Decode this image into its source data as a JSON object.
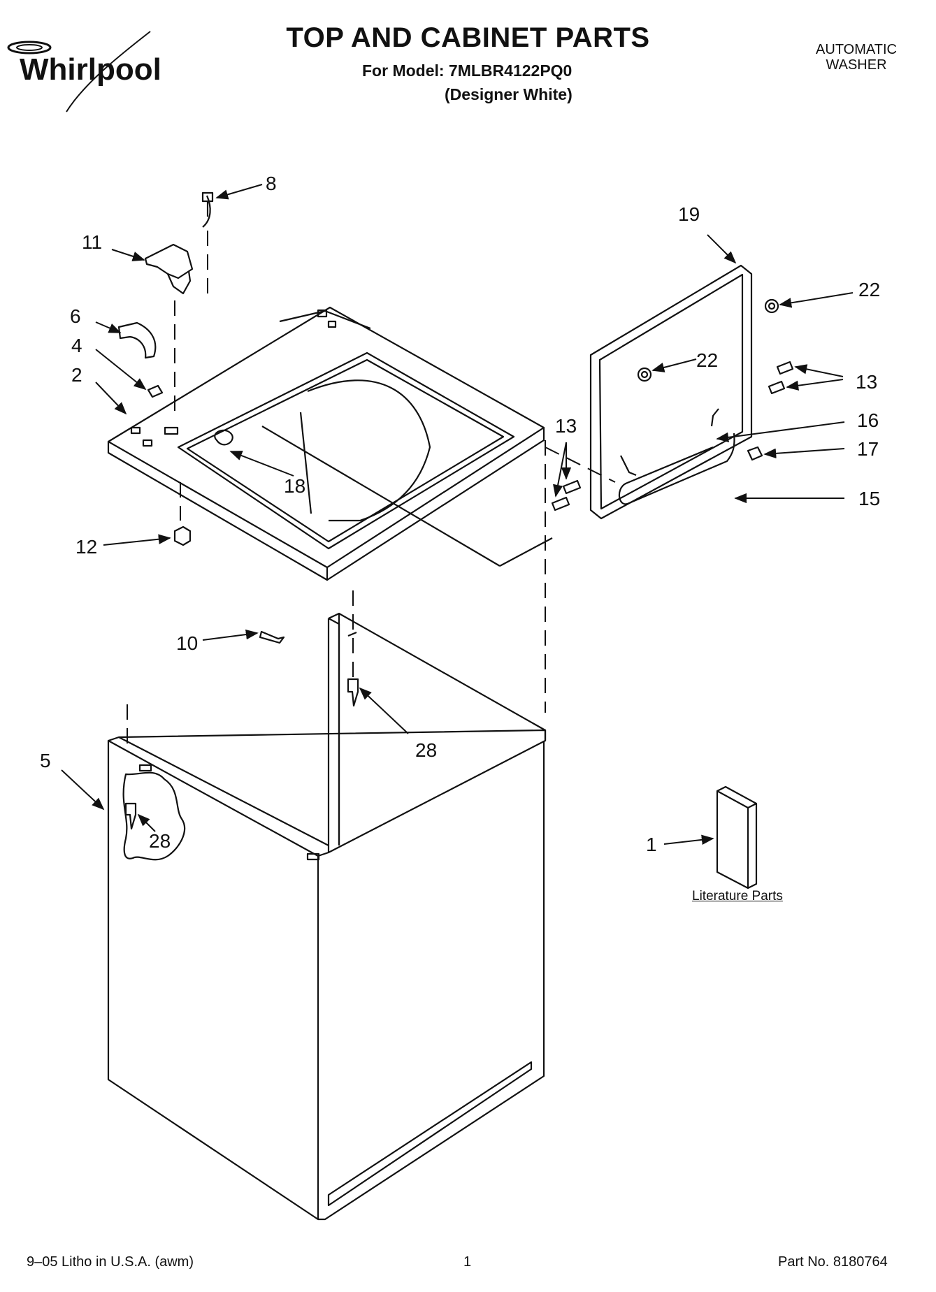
{
  "brand": {
    "name": "Whirlpool"
  },
  "header": {
    "title": "TOP AND CABINET PARTS",
    "model_line": "For Model: 7MLBR4122PQ0",
    "variant": "(Designer White)",
    "category_line1": "AUTOMATIC",
    "category_line2": "WASHER"
  },
  "callouts": {
    "c8": "8",
    "c11": "11",
    "c6": "6",
    "c4": "4",
    "c2": "2",
    "c18": "18",
    "c12": "12",
    "c19": "19",
    "c22a": "22",
    "c22b": "22",
    "c13a": "13",
    "c13b": "13",
    "c16": "16",
    "c17": "17",
    "c15": "15",
    "c10": "10",
    "c28a": "28",
    "c5": "5",
    "c28b": "28",
    "c1": "1"
  },
  "literature_label": "Literature Parts",
  "footer": {
    "left": "9–05 Litho in U.S.A. (awm)",
    "center": "1",
    "right": "Part No. 8180764"
  },
  "colors": {
    "ink": "#111111",
    "paper": "#ffffff"
  }
}
